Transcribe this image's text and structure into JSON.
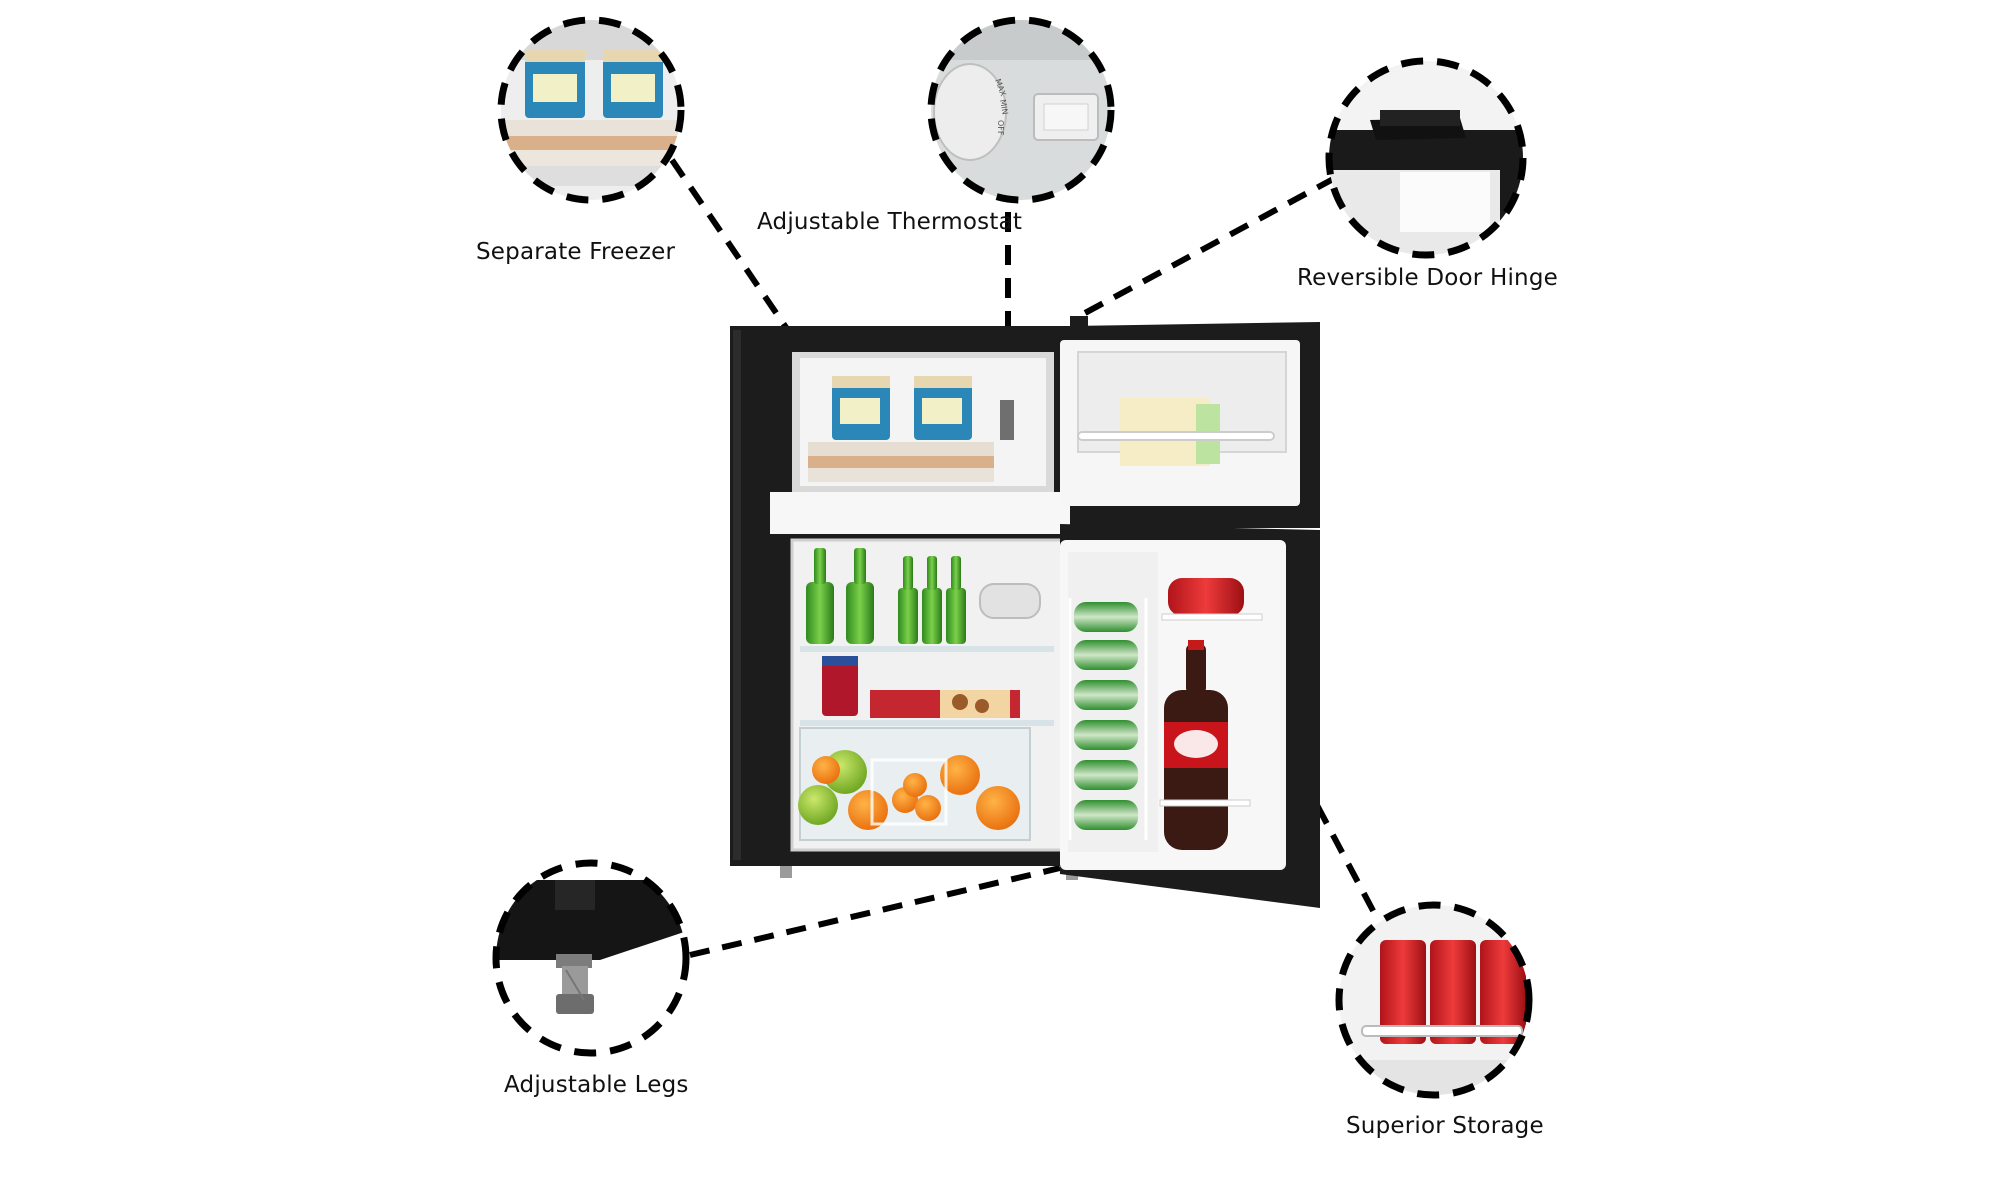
{
  "callouts": {
    "freezer": "Separate Freezer",
    "thermostat": "Adjustable Thermostat",
    "hinge": "Reversible Door Hinge",
    "legs": "Adjustable Legs",
    "storage": "Superior Storage"
  },
  "thermostat_dial": {
    "max": "MAX",
    "min": "MIN",
    "off": "OFF"
  },
  "colors": {
    "background": "#ffffff",
    "cabinet": "#1c1c1c",
    "interior": "#f2f2f2",
    "dash": "#000000"
  },
  "icons": [
    "refrigerator-illustration",
    "freezer-closeup-icon",
    "thermostat-closeup-icon",
    "hinge-closeup-icon",
    "leg-closeup-icon",
    "door-storage-closeup-icon"
  ]
}
